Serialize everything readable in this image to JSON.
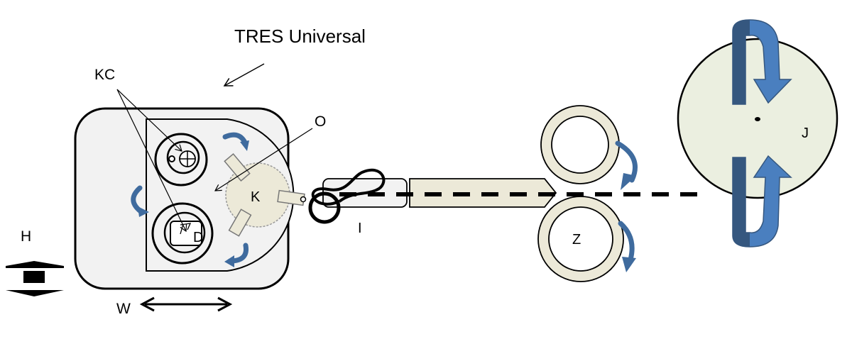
{
  "diagram": {
    "title": "TRES Universal",
    "labels": {
      "kc": "KC",
      "o": "O",
      "k": "K",
      "d": "D",
      "i": "I",
      "z": "Z",
      "j": "J",
      "h": "H",
      "w": "W"
    },
    "colors": {
      "housing_fill": "#f2f2f2",
      "rotor_fill": "#ece9d8",
      "roller_fill": "#ece9d8",
      "disc_fill": "#ebefe0",
      "rotation_arrow": "#4a74a8",
      "rotation_arrow_dark": "#35577f",
      "outline": "#000000"
    },
    "icons": [
      "rotation-arrow-icon",
      "double-headed-arrow-icon",
      "vertical-double-arrow-icon"
    ]
  }
}
